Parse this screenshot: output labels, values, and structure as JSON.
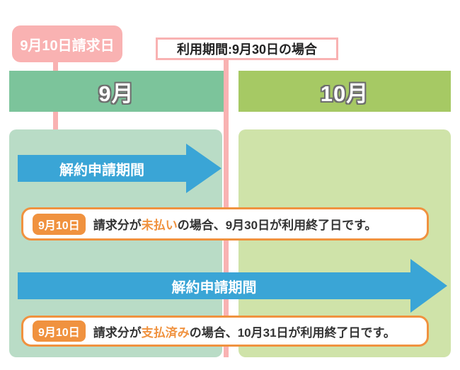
{
  "colors": {
    "pink": "#f9b2b2",
    "teal_header": "#7cc49b",
    "olive_header": "#a6c964",
    "teal_panel": "#b9dcc6",
    "olive_panel": "#cfe3a9",
    "blue": "#3aa5d6",
    "orange": "#f0923f",
    "text_dark": "#333333"
  },
  "billing_badge": {
    "label": "9月10日請求日"
  },
  "period_box": {
    "label": "利用期間:9月30日の場合"
  },
  "months": [
    {
      "label": "9月"
    },
    {
      "label": "10月"
    }
  ],
  "arrows": [
    {
      "label": "解約申請期間"
    },
    {
      "label": "解約申請期間"
    }
  ],
  "callouts": [
    {
      "date_badge": "9月10日",
      "prefix": "請求分が",
      "highlight": "未払い",
      "suffix": "の場合、9月30日が利用終了日です。"
    },
    {
      "date_badge": "9月10日",
      "prefix": "請求分が",
      "highlight": "支払済み",
      "suffix": "の場合、10月31日が利用終了日です。"
    }
  ]
}
